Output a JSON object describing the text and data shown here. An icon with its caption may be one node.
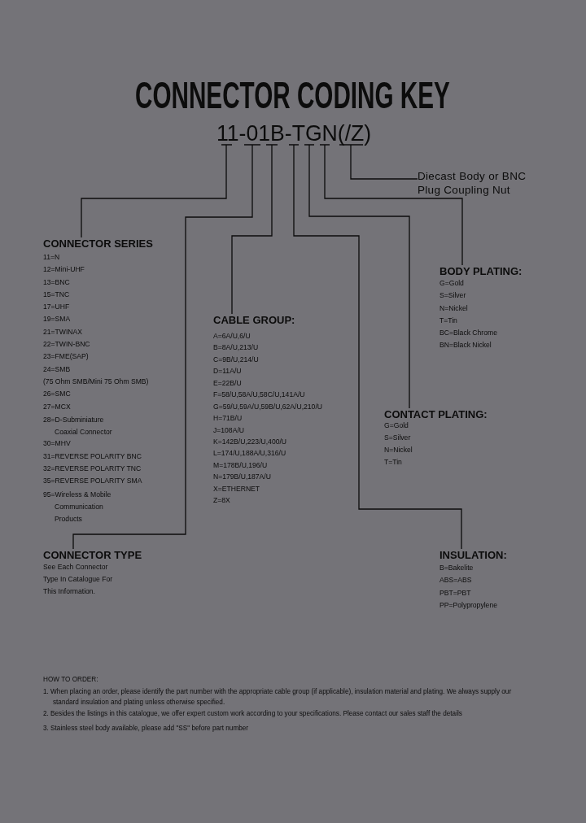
{
  "diagram": {
    "title": "CONNECTOR CODING KEY",
    "nodes": [
      {
        "text": [
          "11-01B-TGN(/Z)"
        ]
      },
      {
        "text": [
          "Diecast Body or BNC Plug Coupling Nut"
        ]
      },
      {
        "text": [
          "CONNECTOR SERIES",
          "11=N",
          "12=Mini-UHF",
          "13=BNC",
          "15=TNC",
          "17=UHF",
          "19=SMA",
          "21=TWINAX",
          "22=TWIN-BNC",
          "23=FME(SAP)",
          "24=SMB",
          "(75 Ohm SMB/Mini 75 Ohm SMB)",
          "26=SMC",
          "27=MCX",
          "28=D-Subminiature Coaxial Connector",
          "30=MHV",
          "31=REVERSE POLARITY BNC",
          "32=REVERSE POLARITY TNC",
          "35=REVERSE POLARITY SMA",
          "95=Wireless & Mobile Communication Products"
        ]
      },
      {
        "text": [
          "BODY PLATING:",
          "G=Gold",
          "S=Silver",
          "N=Nickel",
          "T=Tin",
          "BC=Black Chrome",
          "BN=Black Nickel"
        ]
      },
      {
        "text": [
          "CABLE GROUP:",
          "A=6A/U,6/U",
          "B=8A/U,213/U",
          "C=9B/U,214/U",
          "D=11A/U",
          "E=22B/U",
          "F=58/U,58A/U,58C/U,141A/U",
          "G=59/U,59A/U,59B/U,62A/U,210/U",
          "H=71B/U",
          "J=108A/U",
          "K=142B/U,223/U,400/U",
          "L=174/U,188A/U,316/U",
          "M=178B/U,196/U",
          "N=179B/U,187A/U",
          "X=ETHERNET",
          "Z=8X"
        ]
      },
      {
        "text": [
          "CONTACT PLATING:",
          "G=Gold",
          "S=Silver",
          "N=Nickel",
          "T=Tin"
        ]
      },
      {
        "text": [
          "CONNECTOR TYPE",
          "See Each Connector Type In Catalogue For This Information."
        ]
      },
      {
        "text": [
          "INSULATION:",
          "B=Bakelite",
          "ABS=ABS",
          "PBT=PBT",
          "PP=Polypropylene"
        ]
      }
    ],
    "edges": [
      {
        "from": 0,
        "to": 2,
        "arrow": "none"
      },
      {
        "from": 0,
        "to": 6,
        "arrow": "none"
      },
      {
        "from": 0,
        "to": 4,
        "arrow": "none"
      },
      {
        "from": 0,
        "to": 7,
        "arrow": "none"
      },
      {
        "from": 0,
        "to": 5,
        "arrow": "none"
      },
      {
        "from": 0,
        "to": 3,
        "arrow": "none"
      },
      {
        "from": 0,
        "to": 1,
        "arrow": "none"
      }
    ],
    "labels": [
      "HOW TO ORDER:",
      "1. When placing an order, please identify the part number with the appropriate cable group (if applicable), insulation material and plating. We always supply our standard insulation and plating unless otherwise specified.",
      "2. Besides the listings in this catalogue, we offer expert custom work according to your specifications. Please contact our sales staff the details",
      "3. Stainless steel body available, please add \"SS\" before part number"
    ]
  }
}
